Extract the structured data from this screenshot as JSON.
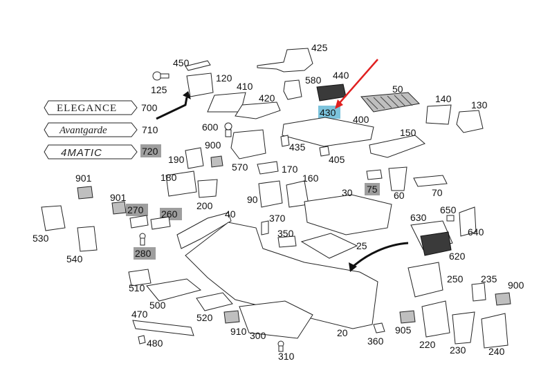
{
  "colors": {
    "highlight_grey": "#9e9e9e",
    "highlight_blue": "#7cc3dc",
    "pointer_arrow": "#e02020"
  },
  "badges": {
    "elegance": "ELEGANCE",
    "avantgarde": "Avantgarde",
    "matic": "4MATIC"
  },
  "labels": {
    "p425": "425",
    "p450": "450",
    "p125": "125",
    "p120": "120",
    "p410": "410",
    "p580": "580",
    "p440": "440",
    "p50": "50",
    "p420": "420",
    "p700": "700",
    "p430": "430",
    "p140": "140",
    "p130": "130",
    "p710": "710",
    "p600": "600",
    "p400": "400",
    "p720": "720",
    "p900a": "900",
    "p435": "435",
    "p150": "150",
    "p405": "405",
    "p190": "190",
    "p570": "570",
    "p170": "170",
    "p180": "180",
    "p160": "160",
    "p901a": "901",
    "p75": "75",
    "p60": "60",
    "p70": "70",
    "p200": "200",
    "p90": "90",
    "p30": "30",
    "p901b": "901",
    "p270": "270",
    "p260": "260",
    "p40": "40",
    "p650": "650",
    "p530": "530",
    "p630": "630",
    "p640": "640",
    "p370": "370",
    "p350": "350",
    "p540": "540",
    "p280": "280",
    "p25": "25",
    "p620": "620",
    "p250": "250",
    "p235": "235",
    "p900b": "900",
    "p510": "510",
    "p500": "500",
    "p470": "470",
    "p520": "520",
    "p905": "905",
    "p910": "910",
    "p300": "300",
    "p20": "20",
    "p360": "360",
    "p220": "220",
    "p230": "230",
    "p240": "240",
    "p480": "480",
    "p310": "310"
  }
}
